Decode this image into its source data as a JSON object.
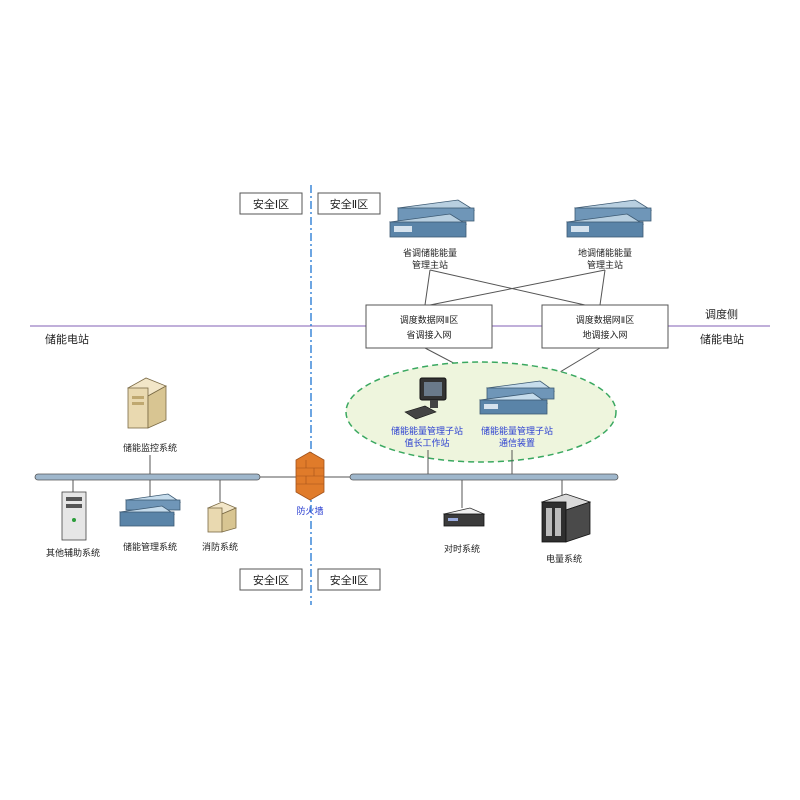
{
  "zones": {
    "zone1_top": "安全Ⅰ区",
    "zone2_top": "安全Ⅱ区",
    "zone1_bottom": "安全Ⅰ区",
    "zone2_bottom": "安全Ⅱ区"
  },
  "sides": {
    "left_station": "储能电站",
    "right_dispatch": "调度侧",
    "right_station": "储能电站"
  },
  "master_stations": {
    "provincial_line1": "省调储能能量",
    "provincial_line2": "管理主站",
    "local_line1": "地调储能能量",
    "local_line2": "管理主站"
  },
  "access_boxes": {
    "provincial_line1": "调度数据网Ⅱ区",
    "provincial_line2": "省调接入网",
    "local_line1": "调度数据网Ⅱ区",
    "local_line2": "地调接入网"
  },
  "substation": {
    "workstation_line1": "储能能量管理子站",
    "workstation_line2": "值长工作站",
    "comm_line1": "储能能量管理子站",
    "comm_line2": "通信装置"
  },
  "devices": {
    "monitoring": "储能监控系统",
    "other_aux": "其他辅助系统",
    "bms": "储能管理系统",
    "fire": "消防系统",
    "firewall": "防火墙",
    "time_sync": "对时系统",
    "meter": "电量系统"
  },
  "colors": {
    "divider_purple": "#9b7fc4",
    "boundary_blue": "#2f7fd6",
    "label_blue": "#2b3fd1",
    "ellipse_fill": "#eef5dd",
    "ellipse_border": "#3aa860",
    "server_blue": "#6f96b8",
    "firewall_orange": "#e07b2a"
  }
}
